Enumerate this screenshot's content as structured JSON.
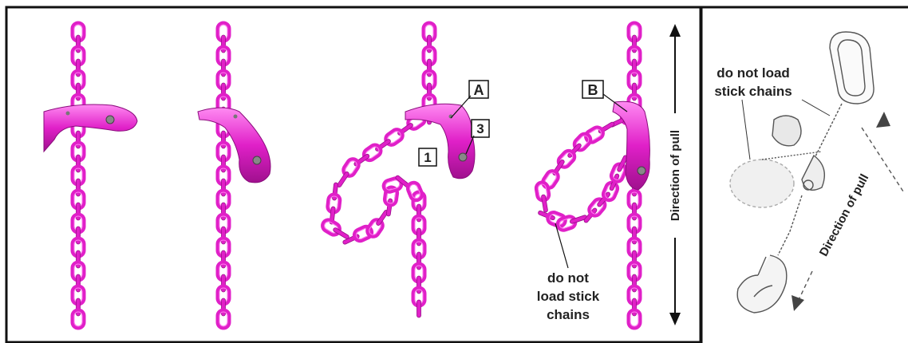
{
  "colors": {
    "chain": "#e020c8",
    "chain_dark": "#9a0e8a",
    "chain_light": "#ff7af0",
    "frame": "#111111",
    "sketch": "#555555"
  },
  "labels": {
    "marker_a": "A",
    "marker_b": "B",
    "marker_1": "1",
    "marker_3": "3",
    "direction_main": "Direction of pull",
    "warning_main_line1": "do not",
    "warning_main_line2": "load stick",
    "warning_main_line3": "chains",
    "warning_side_line1": "do not load",
    "warning_side_line2": "stick chains",
    "direction_side": "Direction of pull"
  },
  "icons": [
    "double-arrow-icon",
    "claw-hook-icon",
    "master-link-icon",
    "safety-hook-icon"
  ]
}
